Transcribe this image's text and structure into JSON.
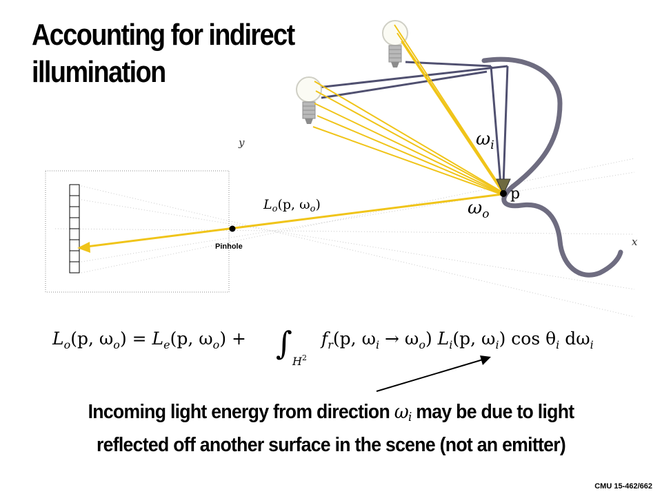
{
  "slide": {
    "title_line1": "Accounting for indirect",
    "title_line2": "illumination",
    "caption_line1_before": "Incoming light energy from direction",
    "caption_symbol": "ω",
    "caption_symbol_sub": "i",
    "caption_line1_after": "may be due to light",
    "caption_line2": "reflected off another surface in the scene (not an emitter)",
    "footer": "CMU 15-462/662"
  },
  "diagram": {
    "axis_y_label": "y",
    "axis_x_label": "x",
    "pinhole_label": "Pinhole",
    "radiance_label": "L",
    "radiance_sub": "o",
    "radiance_args": "(p, ω",
    "radiance_args_sub": "o",
    "radiance_close": ")",
    "omega_i": "ω",
    "omega_i_sub": "i",
    "omega_o": "ω",
    "omega_o_sub": "o",
    "point_label": "p",
    "colors": {
      "ray": "#f0c419",
      "surface": "#6e6c80",
      "reflect_ray": "#505070",
      "black": "#000000"
    }
  },
  "equation": {
    "lhs": "L",
    "lhs_sub": "o",
    "lhs_args": "(p, ω",
    "lhs_args_sub": "o",
    "lhs_close": ") = ",
    "le": "L",
    "le_sub": "e",
    "le_args": "(p, ω",
    "le_args_sub": "o",
    "le_close": ") + ",
    "integral": "∫",
    "domain": "H",
    "domain_sup": "2",
    "fr": "f",
    "fr_sub": "r",
    "fr_args": "(p, ω",
    "fr_args_sub": "i",
    "arrow": " → ω",
    "arrow_sub": "o",
    "fr_close": ") ",
    "li": "L",
    "li_sub": "i",
    "li_args": "(p, ω",
    "li_args_sub": "i",
    "li_close": ") ",
    "cos": "cos θ",
    "cos_sub": "i",
    "dw": " dω",
    "dw_sub": "i"
  }
}
